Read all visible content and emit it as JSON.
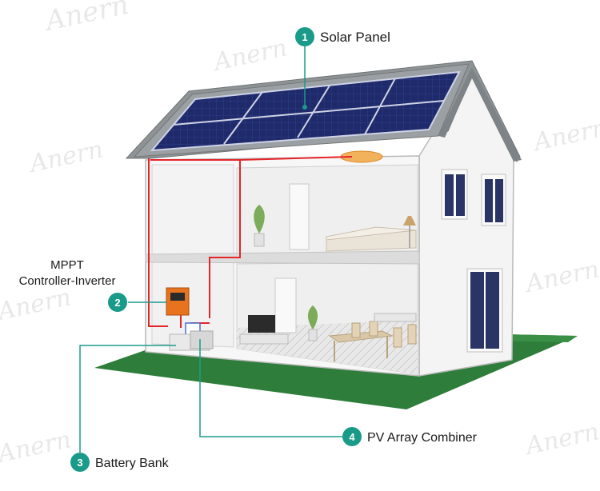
{
  "watermark": "Anern",
  "colors": {
    "callout": "#1a9b8a",
    "wire": "#e5252a",
    "lawn": "#2e7d3a",
    "panel": "#1f2a6b",
    "roof": "#8e9396"
  },
  "callouts": [
    {
      "number": "1",
      "label": "Solar Panel"
    },
    {
      "number": "2",
      "label_line1": "MPPT",
      "label_line2": "Controller-Inverter"
    },
    {
      "number": "3",
      "label": "Battery Bank"
    },
    {
      "number": "4",
      "label": "PV Array Combiner"
    }
  ]
}
